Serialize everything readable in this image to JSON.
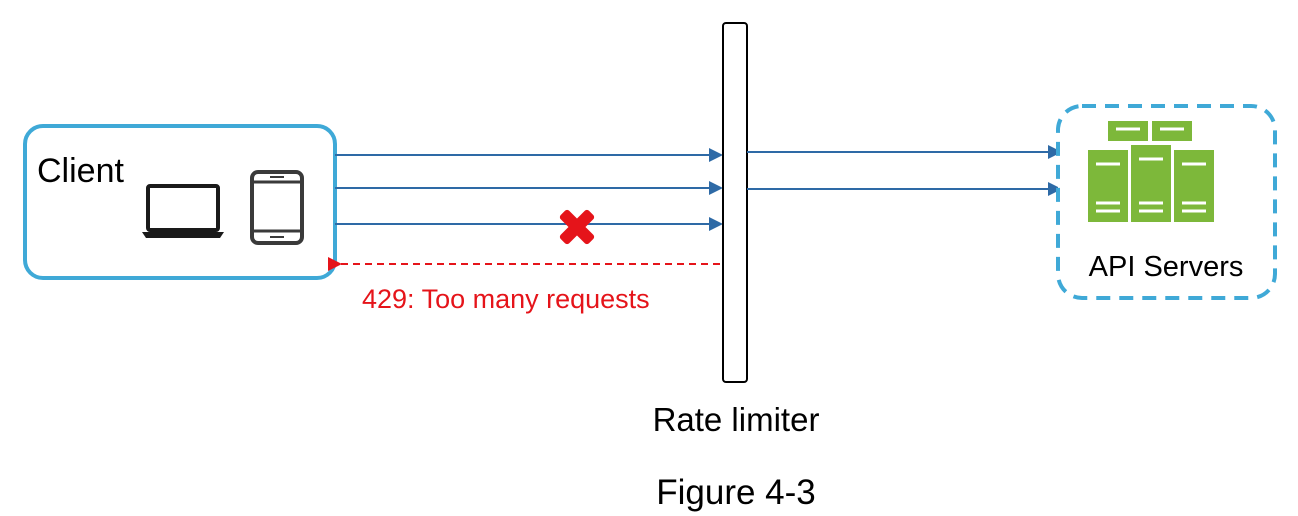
{
  "client": {
    "label": "Client",
    "border_color": "#3FA9D7",
    "devices": [
      "laptop-icon",
      "tablet-icon"
    ]
  },
  "rate_limiter": {
    "label": "Rate limiter"
  },
  "api_servers": {
    "label": "API Servers",
    "border_color": "#3FA9D7",
    "icon": "server-rack-icon",
    "icon_color": "#7DB83A"
  },
  "rejection": {
    "label": "429: Too many requests",
    "color": "#E5141A",
    "icon": "red-x-icon"
  },
  "caption": "Figure 4-3",
  "colors": {
    "arrow": "#2E6AA6",
    "error": "#E5141A"
  }
}
